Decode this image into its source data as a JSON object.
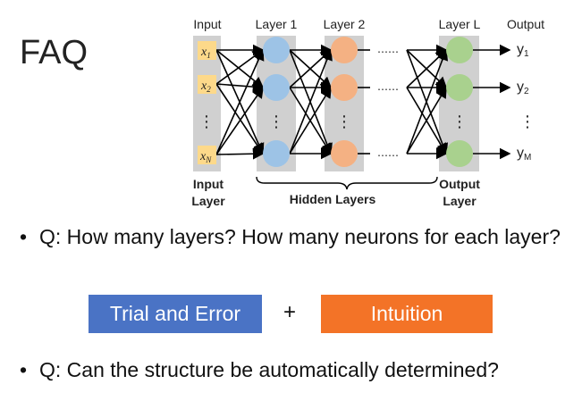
{
  "slide": {
    "title": "FAQ",
    "bullets": [
      "Q: How many layers? How many neurons for each layer?",
      "Q: Can the structure be automatically determined?"
    ],
    "bullet_symbol": "•",
    "boxes": {
      "left": "Trial and Error",
      "plus": "+",
      "right": "Intuition"
    },
    "colors": {
      "blue_box": "#4a73c5",
      "orange_box": "#f37327",
      "input_node": "#fdd98a",
      "layer1_node": "#9dc3e6",
      "layer2_node": "#f4b183",
      "layerL_node": "#a9d18e",
      "column_bg": "#d0d0d0"
    }
  },
  "diagram": {
    "header_labels": {
      "input": "Input",
      "layer1": "Layer 1",
      "layer2": "Layer 2",
      "layerL": "Layer L",
      "output": "Output"
    },
    "input_nodes": [
      "x",
      "x",
      "x"
    ],
    "input_subscripts": [
      "1",
      "2",
      "N"
    ],
    "outputs": [
      "y",
      "y",
      "y"
    ],
    "output_subscripts": [
      "1",
      "2",
      "M"
    ],
    "ellipsis": "……",
    "vdots": "⋮",
    "bottom_labels": {
      "input_line1": "Input",
      "input_line2": "Layer",
      "hidden": "Hidden Layers",
      "output_line1": "Output",
      "output_line2": "Layer"
    }
  }
}
